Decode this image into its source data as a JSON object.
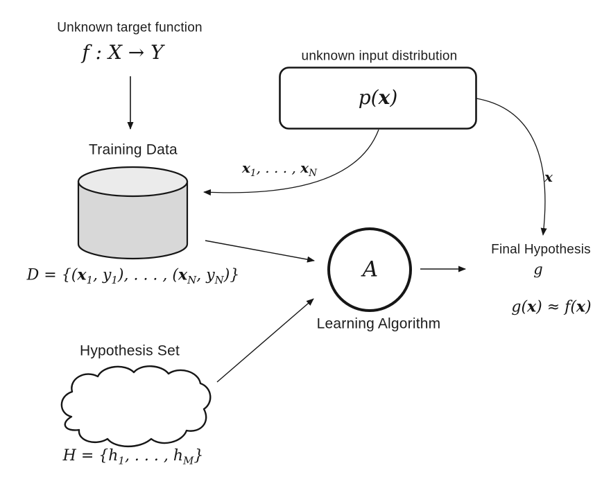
{
  "colors": {
    "background": "#ffffff",
    "ink": "#161616",
    "cylinder_body": "#d8d8d8",
    "cylinder_top": "#ebebeb",
    "shape_fill": "#ffffff"
  },
  "labels": {
    "unknown_target": "Unknown target function",
    "training_data": "Training Data",
    "unknown_input": "unknown input distribution",
    "learning_algorithm": "Learning Algorithm",
    "final_hypothesis": "Final Hypothesis",
    "hypothesis_set": "Hypothesis Set"
  },
  "math": {
    "target_function": "f : X → Y",
    "p_of_x": [
      "p(",
      "x",
      ")"
    ],
    "samples": [
      "x",
      "1",
      ", . . . , ",
      "x",
      "N"
    ],
    "point_x": "x",
    "dataset": [
      "D",
      " = {(",
      "x",
      "1",
      ", y",
      "1",
      "), . . . , (",
      "x",
      "N",
      ", y",
      "N",
      ")}"
    ],
    "algorithm": "A",
    "final_g": "g",
    "approx": [
      "g(",
      "x",
      ") ≈ f(",
      "x",
      ")"
    ],
    "hypothesis": [
      "H",
      " = {h",
      "1",
      ", . . . , h",
      "M",
      "}"
    ]
  },
  "shapes": {
    "training_data": "database-cylinder",
    "input_distribution": "rounded-rectangle",
    "learning_algorithm": "circle",
    "hypothesis_set": "cloud"
  }
}
